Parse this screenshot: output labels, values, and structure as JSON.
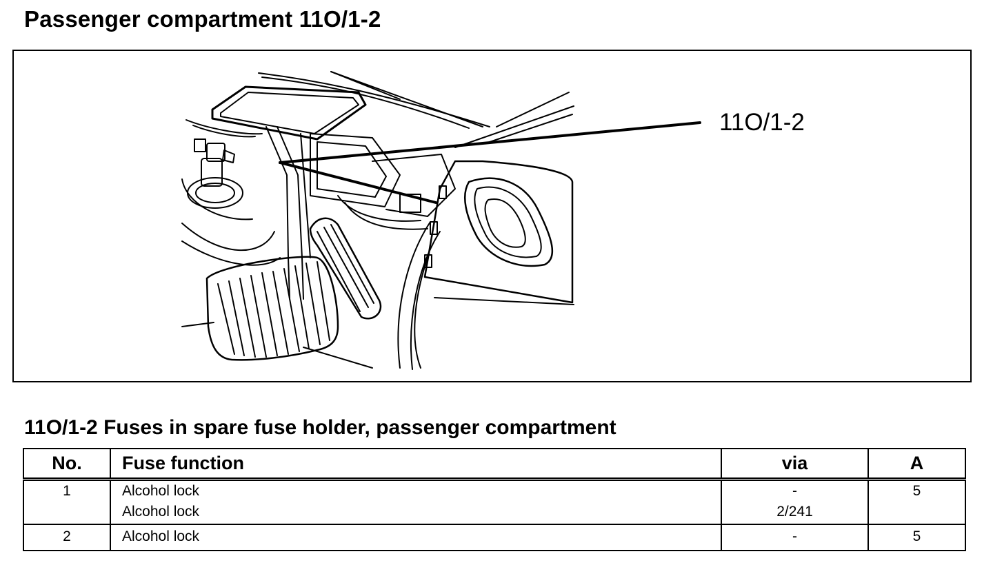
{
  "page_title": "Passenger compartment 11O/1-2",
  "figure": {
    "callout_label": "11O/1-2",
    "line_icon": "pedal-area-line-drawing"
  },
  "section_title": "11O/1-2 Fuses in spare fuse holder, passenger compartment",
  "table": {
    "headers": {
      "no": "No.",
      "function": "Fuse function",
      "via": "via",
      "amp": "A"
    },
    "rows": [
      {
        "no": "1",
        "functions": [
          "Alcohol lock",
          "Alcohol lock"
        ],
        "via": [
          "-",
          "2/241"
        ],
        "amp": "5"
      },
      {
        "no": "2",
        "functions": [
          "Alcohol lock"
        ],
        "via": [
          "-"
        ],
        "amp": "5"
      }
    ]
  }
}
